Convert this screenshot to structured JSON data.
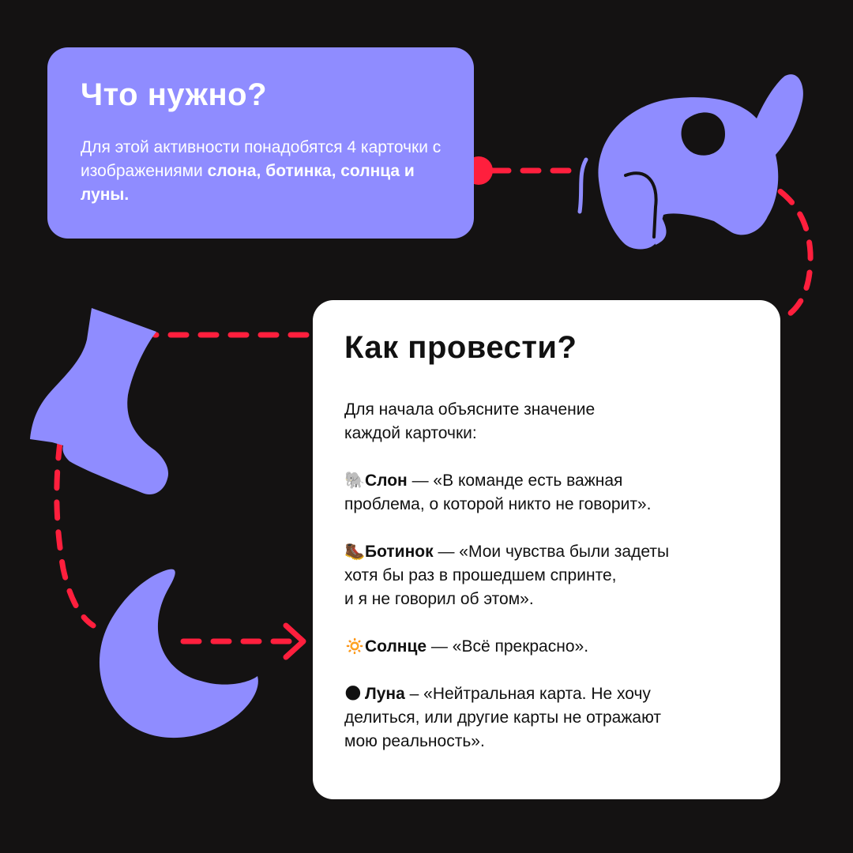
{
  "need_card": {
    "title": "Что нужно?",
    "text_plain": "Для этой активности понадобятся 4 карточки с изображениями ",
    "text_bold": "слона, ботинка, солнца и луны."
  },
  "how_card": {
    "title": "Как провести?",
    "intro_line1": "Для начала объясните значение",
    "intro_line2": "каждой карточки:",
    "items": [
      {
        "emoji": "🐘",
        "name": "Слон",
        "dash": " — ",
        "lines": [
          "«В команде есть важная",
          "проблема, о которой никто не говорит»."
        ]
      },
      {
        "emoji": "🥾",
        "name": "Ботинок",
        "dash": " — ",
        "lines": [
          "«Мои чувства были задеты",
          "хотя бы раз в прошедшем спринте,",
          "и я не говорил об этом»."
        ]
      },
      {
        "emoji": "🔅",
        "name": "Солнце",
        "dash": " — ",
        "lines": [
          "«Всё прекрасно»."
        ]
      },
      {
        "emoji": "🌑",
        "name": "Луна",
        "dash": " – ",
        "lines": [
          "«Нейтральная карта. Не хочу",
          "делиться, или другие карты не отражают",
          "мою реальность»."
        ]
      }
    ]
  },
  "colors": {
    "background": "#141212",
    "accent": "#8f8cff",
    "path": "#ff1f3d",
    "card_white": "#ffffff"
  },
  "icons": [
    "elephant-icon",
    "boot-icon",
    "moon-icon"
  ]
}
